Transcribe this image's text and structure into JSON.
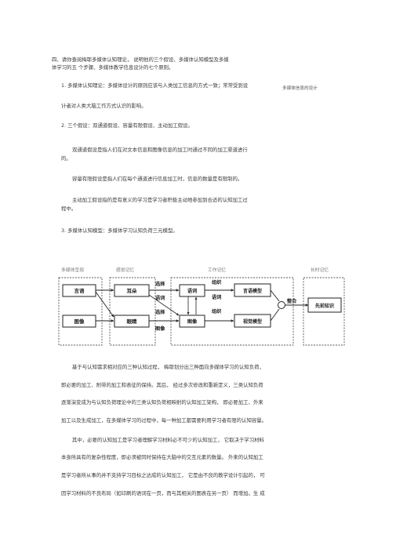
{
  "q4": {
    "line1": "四、请你查阅梅耶多媒体认知理论，          说明他的三个假设、多媒体认知模型及多媒",
    "line2": "体学习的五 个步骤、多媒体教学信息设计的七个原则。"
  },
  "s1": {
    "line1": "1. 多媒体认知理论：多媒体设计的原则应该与人类加工信息的方式一致；常常受到设",
    "side": "多媒体信息的设计",
    "line2": "计者对人类大脑工作方式认识的影响。"
  },
  "s2": {
    "line1": "2. 三个假设：双通道假设、容量有限假设、主动加工假设。"
  },
  "p_dual": {
    "line1": "双通道假设是指人们在对文本信息和图像信息的加工时通过不同的加工渠道进行",
    "line2": "的。"
  },
  "p_cap": {
    "line1": "容量有限假设是指人们在每个通道进行信息加工时，信息的数量是有限制的。"
  },
  "p_active": {
    "line1": "主动加工假设指的是有意义的学习是学习者积极主动地参加到合适的认知加工过",
    "line2": "程中。"
  },
  "s3": {
    "line1": "3. 多媒体认知模型：多媒体学习认知负荷三元模型。"
  },
  "diagram": {
    "col_media": "多媒体呈现",
    "col_sensory": "感觉记忆",
    "col_working": "工作记忆",
    "col_long": "长时记忆",
    "words": "言语",
    "pictures": "图像",
    "ears": "耳朵",
    "eyes": "眼睛",
    "select1": "选择",
    "words_label1": "语词",
    "sound": "语词",
    "select2": "选择",
    "images": "图像",
    "organize1": "组织",
    "verbal_model": "言语模型",
    "words_label2": "语词",
    "organize2": "组织",
    "pictorial_model": "视觉模型",
    "pic_label": "图像",
    "integrate": "整合",
    "prior_knowledge": "先前知识"
  },
  "body": {
    "l1": "基于与认知需求相对应的三种认知过程，          梅耶划分出三种面向多媒体学习的认知负荷，",
    "l2": "即必要的加工、附带的加工和表征的保持。其后，          经过多次修改和重新定义，三类认知负荷",
    "l3": "逐渐演变成为与认知负荷理论中的三类认知负荷相映射的认知加工架构，               即必要加工、外来",
    "l4": "加工以及生成加工，在多媒体学习的过程中，每一种加工都需要利用学习者有限的认知容量。",
    "l5": "其中，必要的认知加工是学习者理解学习材料必不可少的认知加工，              它取决于学习材料",
    "l6": "本身所具有的复杂性程度，即必须被同时保持在大脑中的交互元素的数量。              外来的认知加工",
    "l7": "是学习者所从事的并不支持学习目标之达成的认知加工，            它是由不良的教学设计引起的，        可",
    "l8": "因学习材料的不良布局（如印刷的语词在一页，而与其相关的图表在另一页）                 而增加。生 成"
  }
}
